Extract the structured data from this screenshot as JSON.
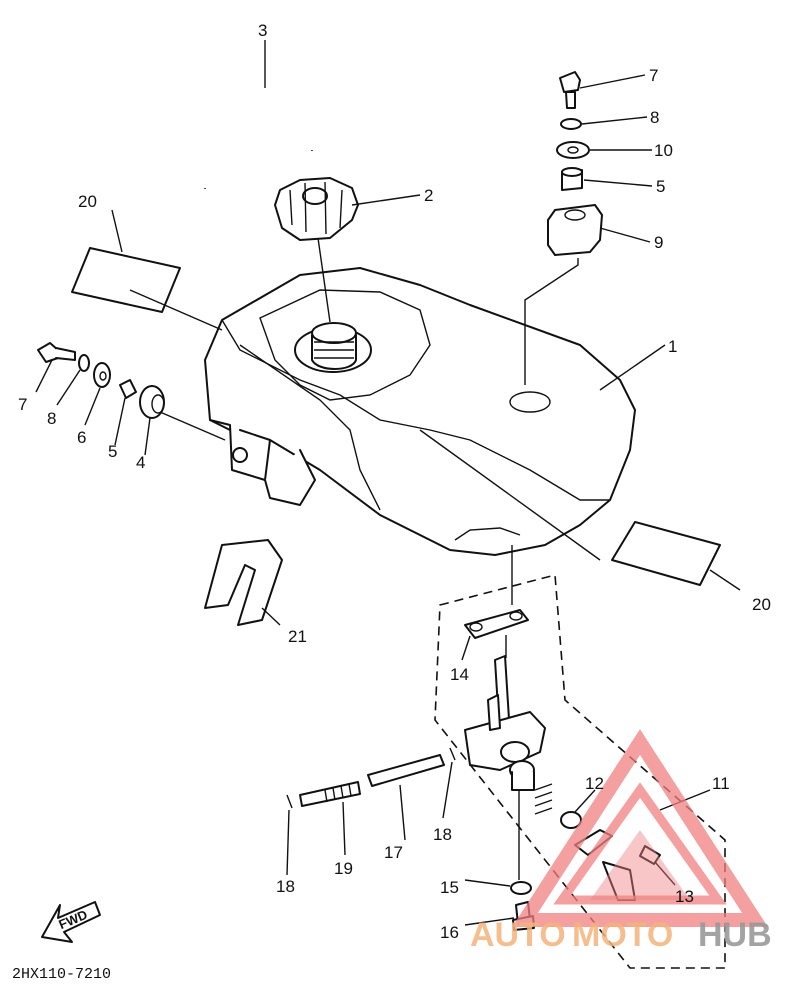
{
  "labels": {
    "l1": "1",
    "l2": "2",
    "l3": "3",
    "l4": "4",
    "l5a": "5",
    "l5b": "5",
    "l6": "6",
    "l7a": "7",
    "l7b": "7",
    "l8a": "8",
    "l8b": "8",
    "l9": "9",
    "l10": "10",
    "l11": "11",
    "l12": "12",
    "l13": "13",
    "l14": "14",
    "l15": "15",
    "l16": "16",
    "l17": "17",
    "l18a": "18",
    "l18b": "18",
    "l19": "19",
    "l20a": "20",
    "l20b": "20",
    "l21": "21"
  },
  "diagram_code": "2HX110-7210",
  "fwd_label": "FWD",
  "watermark": {
    "part1": "AUTO",
    "part2": "MOTO",
    "part3": "HUB",
    "accent_color": "#f08080"
  }
}
